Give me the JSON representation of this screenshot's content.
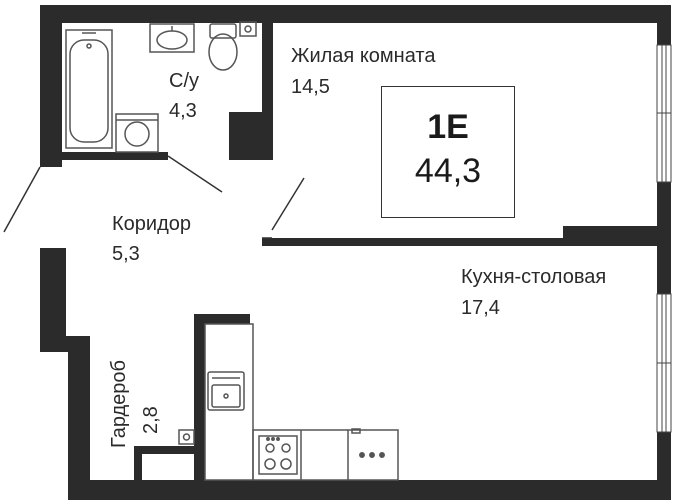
{
  "rooms": {
    "bathroom": {
      "name": "С/у",
      "area": "4,3"
    },
    "living": {
      "name": "Жилая комната",
      "area": "14,5"
    },
    "corridor": {
      "name": "Коридор",
      "area": "5,3"
    },
    "kitchen": {
      "name": "Кухня-столовая",
      "area": "17,4"
    },
    "wardrobe": {
      "name": "Гардероб",
      "area": "2,8"
    }
  },
  "apartment": {
    "code": "1E",
    "total_area": "44,3"
  },
  "colors": {
    "wall": "#2b2b2b",
    "line": "#555555",
    "background": "#ffffff"
  }
}
